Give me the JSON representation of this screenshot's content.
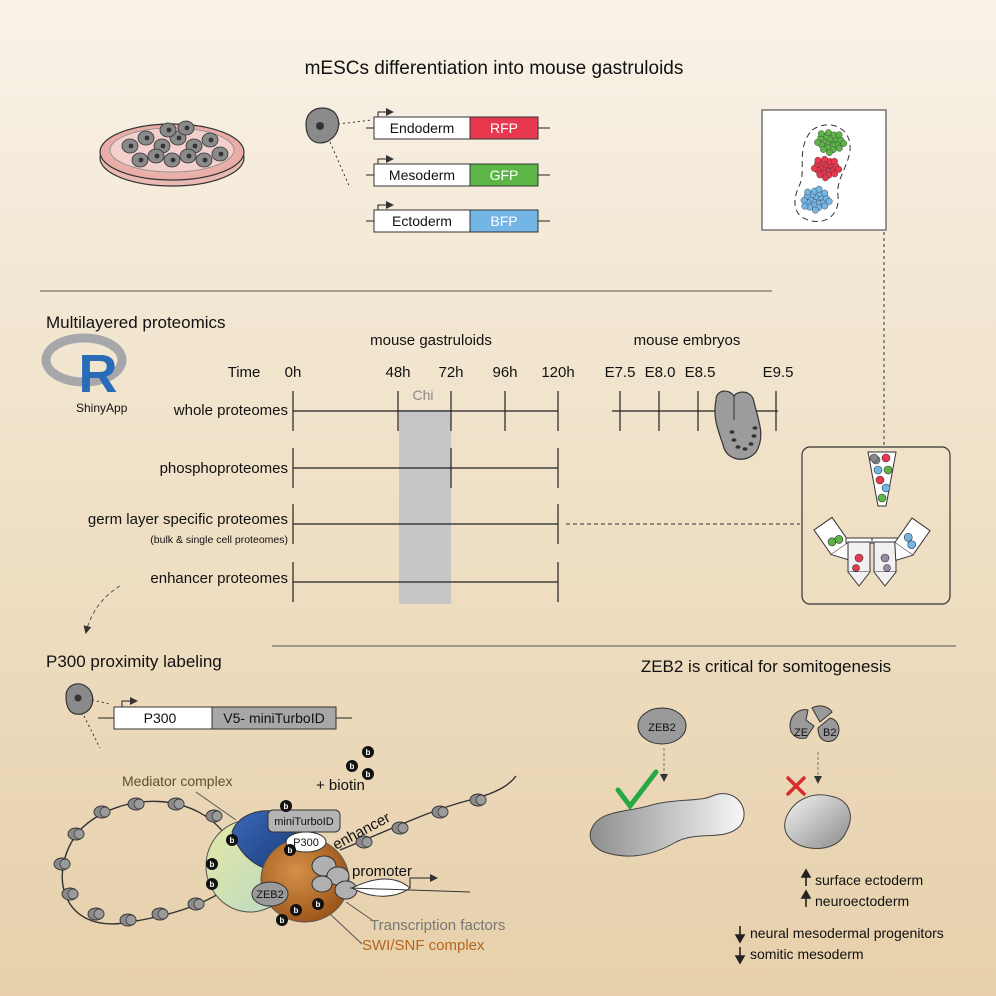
{
  "title": "mESCs differentiation into mouse gastruloids",
  "reporters": [
    {
      "layer": "Endoderm",
      "tag": "RFP",
      "color": "#e8384f"
    },
    {
      "layer": "Mesoderm",
      "tag": "GFP",
      "color": "#5db548"
    },
    {
      "layer": "Ectoderm",
      "tag": "BFP",
      "color": "#73b6e6"
    }
  ],
  "proteomics": {
    "heading": "Multilayered proteomics",
    "app_label": "ShinyApp",
    "gastruloids_label": "mouse gastruloids",
    "embryos_label": "mouse embryos",
    "time_label": "Time",
    "gastruloid_times": [
      "0h",
      "48h",
      "72h",
      "96h",
      "120h"
    ],
    "embryo_times": [
      "E7.5",
      "E8.0",
      "E8.5",
      "E9.5"
    ],
    "chi_label": "Chi",
    "rows": {
      "whole": "whole proteomes",
      "phospho": "phosphoproteomes",
      "germ": "germ layer specific proteomes",
      "germ_sub": "(bulk & single cell proteomes)",
      "enhancer": "enhancer proteomes"
    }
  },
  "p300": {
    "heading": "P300 proximity labeling",
    "construct_left": "P300",
    "construct_right": "V5- miniTurboID",
    "biotin_label": "+ biotin",
    "biotin_symbol": "b",
    "mediator_label": "Mediator complex",
    "miniturbo_label": "miniTurboID",
    "p300_label": "P300",
    "zeb2_label": "ZEB2",
    "enhancer_label": "enhancer",
    "promoter_label": "promoter",
    "tf_label": "Transcription factors",
    "swi_label": "SWI/SNF complex"
  },
  "zeb2": {
    "heading": "ZEB2 is critical for somitogenesis",
    "zeb2_label": "ZEB2",
    "broken_left": "ZE",
    "broken_right": "B2",
    "up_effects": [
      "surface ectoderm",
      "neuroectoderm"
    ],
    "down_effects": [
      "neural mesodermal progenitors",
      "somitic mesoderm"
    ]
  },
  "colors": {
    "rfp": "#e8384f",
    "gfp": "#5db548",
    "bfp": "#73b6e6",
    "chi_band": "#c8c5c8",
    "check": "#27a844",
    "cross": "#d62c2c",
    "swi_snf": "#b5651d",
    "mediator": "#d8dfa0",
    "miniturbo": "#2e5aa6"
  }
}
